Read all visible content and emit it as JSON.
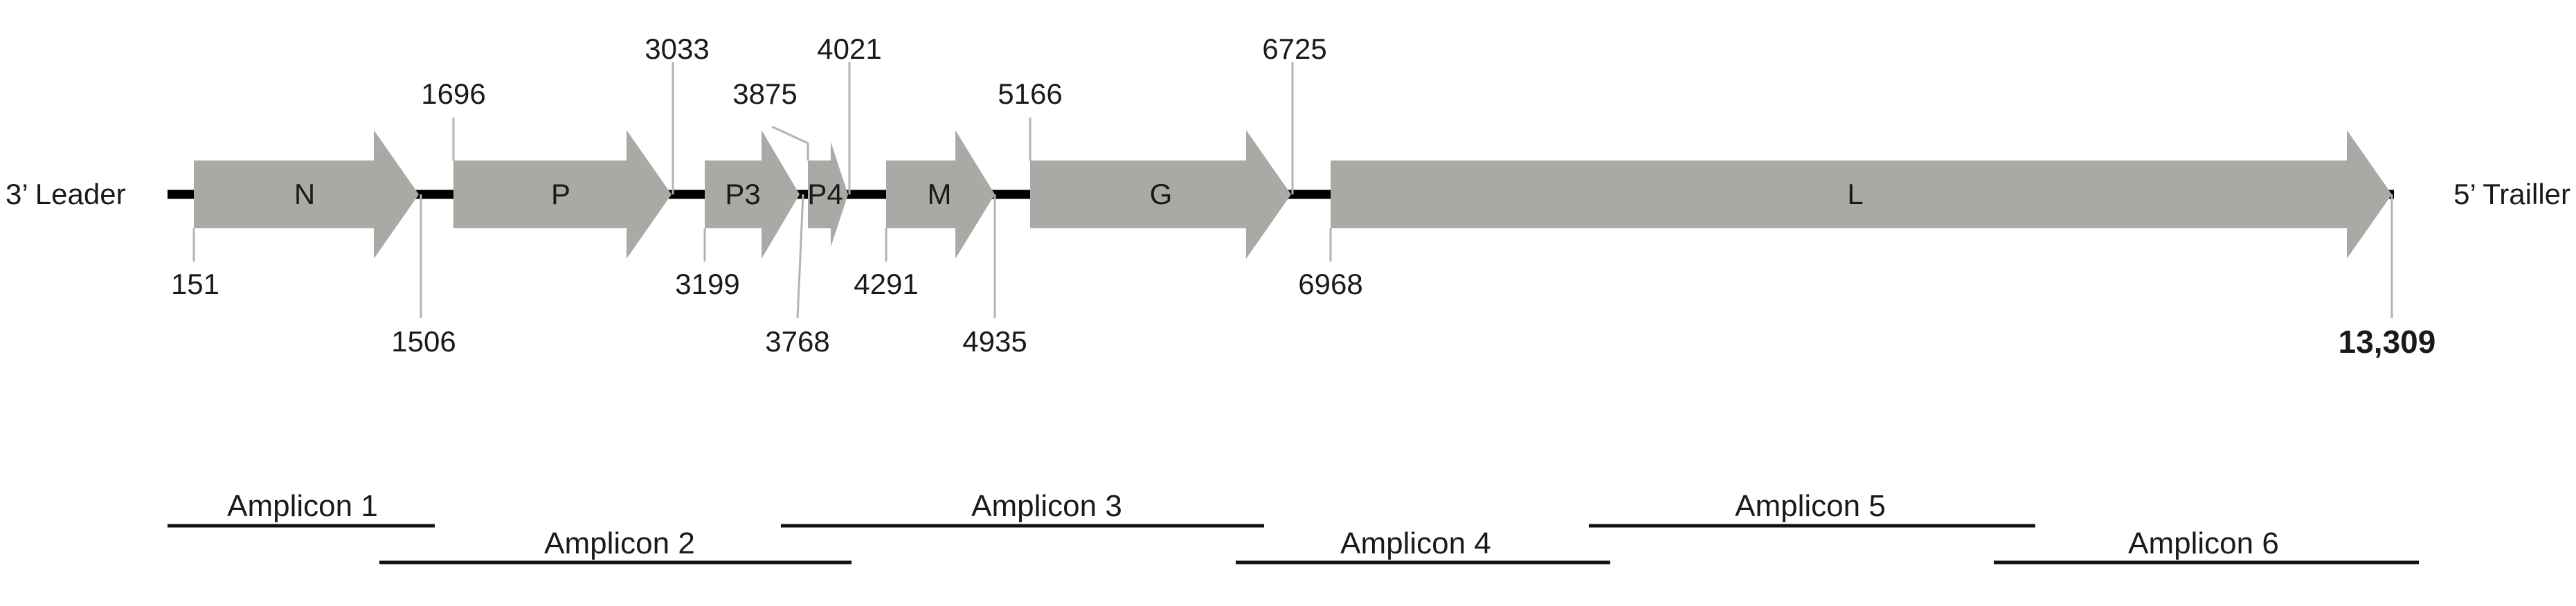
{
  "genome": {
    "leader_label": "3’ Leader",
    "trailer_label": "5’ Trailler",
    "end_position_label": "13,309"
  },
  "genes": [
    {
      "name": "N",
      "label": "N"
    },
    {
      "name": "P",
      "label": "P"
    },
    {
      "name": "P3",
      "label": "P3"
    },
    {
      "name": "P4",
      "label": "P4"
    },
    {
      "name": "M",
      "label": "M"
    },
    {
      "name": "G",
      "label": "G"
    },
    {
      "name": "L",
      "label": "L"
    }
  ],
  "positions": [
    {
      "id": "151",
      "label": "151"
    },
    {
      "id": "1506",
      "label": "1506"
    },
    {
      "id": "1696",
      "label": "1696"
    },
    {
      "id": "3033",
      "label": "3033"
    },
    {
      "id": "3199",
      "label": "3199"
    },
    {
      "id": "3768",
      "label": "3768"
    },
    {
      "id": "3875",
      "label": "3875"
    },
    {
      "id": "4021",
      "label": "4021"
    },
    {
      "id": "4291",
      "label": "4291"
    },
    {
      "id": "4935",
      "label": "4935"
    },
    {
      "id": "5166",
      "label": "5166"
    },
    {
      "id": "6725",
      "label": "6725"
    },
    {
      "id": "6968",
      "label": "6968"
    }
  ],
  "amplicons": [
    {
      "label": "Amplicon 1"
    },
    {
      "label": "Amplicon 2"
    },
    {
      "label": "Amplicon 3"
    },
    {
      "label": "Amplicon 4"
    },
    {
      "label": "Amplicon 5"
    },
    {
      "label": "Amplicon 6"
    }
  ],
  "colors": {
    "gene_fill": "#a9aaa6",
    "backbone": "#000000",
    "tick_line": "#b3b3b3",
    "amplicon_line": "#111111"
  }
}
